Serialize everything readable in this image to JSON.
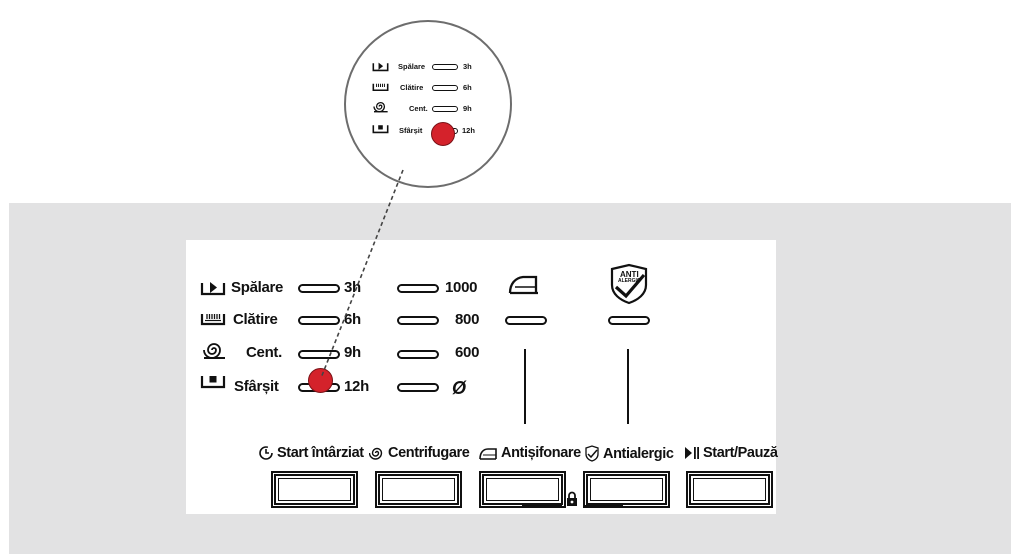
{
  "panel": {
    "status_rows": [
      {
        "label": "Spălare",
        "time": "3h",
        "speed": "1000",
        "icon": "wash-play-icon"
      },
      {
        "label": "Clătire",
        "time": "6h",
        "speed": "800",
        "icon": "rinse-icon"
      },
      {
        "label": "Cent.",
        "time": "9h",
        "speed": "600",
        "icon": "spin-icon"
      },
      {
        "label": "Sfârșit",
        "time": "12h",
        "speed": "Ø",
        "icon": "end-stop-icon"
      }
    ],
    "buttons": [
      {
        "label": "Start întârziat",
        "icon": "delay-clock-icon"
      },
      {
        "label": "Centrifugare",
        "icon": "spin-icon"
      },
      {
        "label": "Antișifonare",
        "icon": "iron-icon"
      },
      {
        "label": "Antialergic",
        "icon": "antiallergic-shield-icon"
      },
      {
        "label": "Start/Pauză",
        "icon": "play-pause-icon"
      }
    ],
    "shield_text": "ANTI",
    "shield_subtext": "ALERGIC",
    "lock_icon": "lock-icon",
    "highlight_color": "#d4222b"
  },
  "zoom": {
    "rows": [
      {
        "label": "Spălare",
        "time": "3h"
      },
      {
        "label": "Clătire",
        "time": "6h"
      },
      {
        "label": "Cent.",
        "time": "9h"
      },
      {
        "label": "Sfârșit",
        "time": "12h"
      }
    ],
    "highlighted": "12h"
  }
}
